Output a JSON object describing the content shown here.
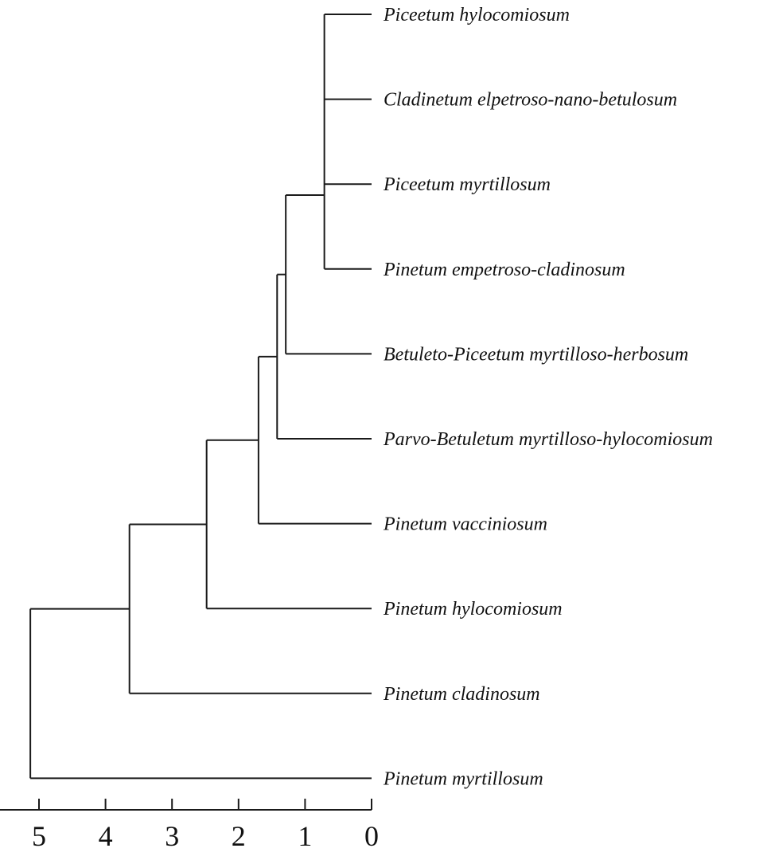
{
  "chart_data": {
    "type": "dendrogram",
    "orientation": "leaves-right",
    "title": "",
    "xlabel": "",
    "xlim": [
      0,
      5.5
    ],
    "x_ticks": [
      5,
      4,
      3,
      2,
      1,
      0
    ],
    "x_tick_labels": [
      "5",
      "4",
      "3",
      "2",
      "1",
      "0"
    ],
    "leaves": [
      "Piceetum hylocomiosum",
      "Cladinetum elpetroso-nano-betulosum",
      "Piceetum myrtillosum",
      "Pinetum empetroso-cladinosum",
      "Betuleto-Piceetum myrtilloso-herbosum",
      "Parvo-Betuletum myrtilloso-hylocomiosum",
      "Pinetum vacciniosum",
      "Pinetum hylocomiosum",
      "Pinetum cladinosum",
      "Pinetum myrtillosum"
    ],
    "merges": [
      {
        "id": "A",
        "children": [
          "L0",
          "L1",
          "L2",
          "L3"
        ],
        "height": 0.71
      },
      {
        "id": "B",
        "children": [
          "A",
          "L4"
        ],
        "height": 1.29
      },
      {
        "id": "C",
        "children": [
          "B",
          "L5"
        ],
        "height": 1.42
      },
      {
        "id": "D",
        "children": [
          "C",
          "L6"
        ],
        "height": 1.7
      },
      {
        "id": "E",
        "children": [
          "D",
          "L7"
        ],
        "height": 2.48
      },
      {
        "id": "F",
        "children": [
          "E",
          "L8"
        ],
        "height": 3.64
      },
      {
        "id": "G",
        "children": [
          "F",
          "L9"
        ],
        "height": 5.13
      }
    ],
    "line_color": "#1a1a1a"
  }
}
